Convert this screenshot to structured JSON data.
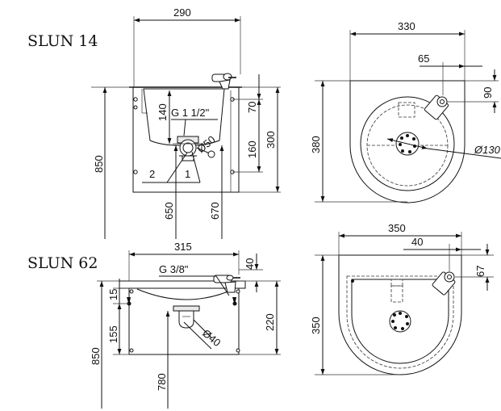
{
  "models": [
    {
      "name": "SLUN 14",
      "front_view": {
        "width": "290",
        "drain_thread": "G 1 1/2\"",
        "depth_to_drain": "140",
        "top_offset": "70",
        "wall_height": "300",
        "bracket_height": "160",
        "total_height": "850",
        "drain_height": "650",
        "supply_height": "670",
        "drain_diameter": "Ø50",
        "callout_1": "1",
        "callout_2": "2"
      },
      "top_view": {
        "width": "330",
        "depth": "380",
        "tap_offset_x": "65",
        "tap_offset_y": "90",
        "bowl_diameter": "Ø130"
      }
    },
    {
      "name": "SLUN 62",
      "front_view": {
        "width": "315",
        "drain_thread": "G 3/8\"",
        "top_offset": "40",
        "rim_height": "15",
        "bowl_depth": "155",
        "wall_height": "220",
        "total_height": "850",
        "drain_height": "780",
        "drain_diameter": "Ø40"
      },
      "top_view": {
        "width": "350",
        "depth": "350",
        "tap_offset_x": "40",
        "tap_offset_y": "67"
      }
    }
  ]
}
